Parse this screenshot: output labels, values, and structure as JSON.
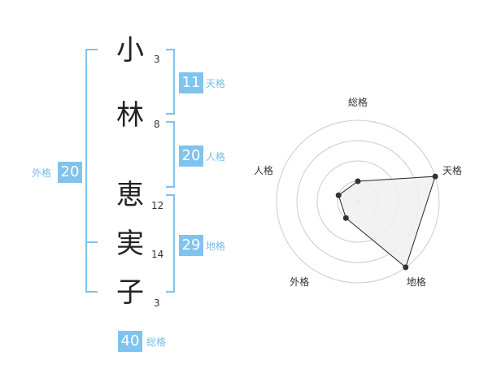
{
  "name": {
    "characters": [
      {
        "char": "小",
        "strokes": "3"
      },
      {
        "char": "林",
        "strokes": "8"
      },
      {
        "char": "恵",
        "strokes": "12"
      },
      {
        "char": "実",
        "strokes": "14"
      },
      {
        "char": "子",
        "strokes": "3"
      }
    ]
  },
  "fortune": {
    "tenkaku": {
      "value": "11",
      "label": "天格"
    },
    "jinkaku": {
      "value": "20",
      "label": "人格"
    },
    "chikaku": {
      "value": "29",
      "label": "地格"
    },
    "gaikaku": {
      "value": "20",
      "label": "外格"
    },
    "soukaku": {
      "value": "40",
      "label": "総格"
    }
  },
  "colors": {
    "accent": "#7fc3ef",
    "bracket": "#7fc3ef",
    "ring": "#cccccc",
    "polygon_fill": "#f0f0f0",
    "polygon_stroke": "#222222"
  },
  "chart_data": {
    "type": "radar",
    "axes": [
      "総格",
      "天格",
      "地格",
      "外格",
      "人格"
    ],
    "levels": 4,
    "values": [
      1,
      4,
      4,
      1,
      1
    ]
  }
}
